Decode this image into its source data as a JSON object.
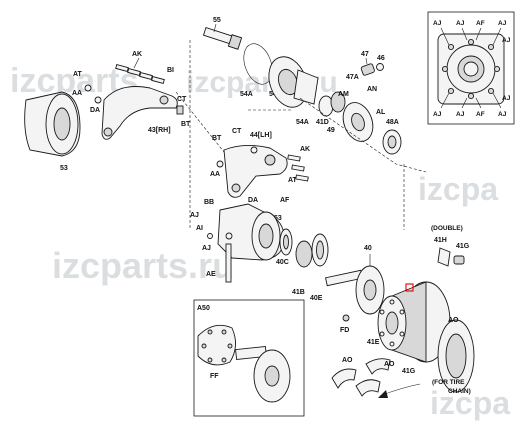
{
  "watermark": {
    "brand_a": "izcparts",
    "brand_b": "izcparts.ru",
    "brand_c": "izcpa",
    "color": "#cfd3d6"
  },
  "labels": {
    "p55": "55",
    "p54": "54",
    "p54a_1": "54A",
    "p54a_2": "54A",
    "p47": "47",
    "p47a": "47A",
    "p46": "46",
    "an": "AN",
    "am": "AM",
    "al": "AL",
    "p41d": "41D",
    "p49": "49",
    "p48a": "48A",
    "ak_1": "AK",
    "at_1": "AT",
    "aa_1": "AA",
    "da_1": "DA",
    "bi": "BI",
    "ct_1": "CT",
    "bt_1": "BT",
    "p43": "43[RH]",
    "p53_1": "53",
    "bt_2": "BT",
    "ct_2": "CT",
    "p44": "44[LH]",
    "ak_2": "AK",
    "at_2": "AT",
    "aa_2": "AA",
    "bb": "BB",
    "da_2": "DA",
    "af_1": "AF",
    "p53_2": "53",
    "aj_1": "AJ",
    "ai": "AI",
    "aj_2": "AJ",
    "ae": "AE",
    "p40c": "40C",
    "p41b": "41B",
    "p40e": "40E",
    "p40": "40",
    "fd": "FD",
    "p41e": "41E",
    "p41g_1": "41G",
    "double": "(DOUBLE)",
    "p41h": "41H",
    "p41g_2": "41G",
    "ao_1": "AO",
    "ao_2": "AO",
    "ao_3": "AO",
    "tire_1": "(FOR TIRE",
    "tire_2": "CHAIN)",
    "a50": "A50",
    "ff": "FF",
    "i_aj_1": "AJ",
    "i_aj_2": "AJ",
    "i_af_1": "AF",
    "i_aj_3": "AJ",
    "i_aj_4": "AJ",
    "i_aj_5": "AJ",
    "i_aj_6": "AJ",
    "i_af_2": "AF",
    "i_aj_7": "AJ",
    "i_aj_8": "AJ"
  },
  "callout_color": "#e00000"
}
